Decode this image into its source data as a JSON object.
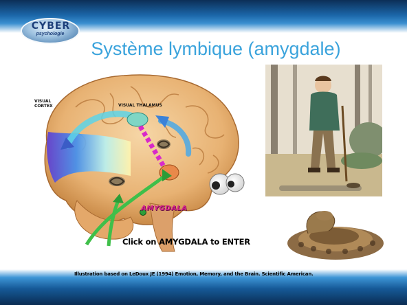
{
  "slide": {
    "logo": {
      "line1": "CYBER",
      "line2": "psychologie"
    },
    "title": "Système lymbique (amygdale)"
  },
  "diagram": {
    "label_visual_cortex_1": "VISUAL",
    "label_visual_cortex_2": "CORTEX",
    "label_visual_thalamus": "VISUAL THALAMUS",
    "label_amygdala": "AMYGDALA",
    "instruction": "Click on AMYGDALA to ENTER",
    "credit": "Illustration based on LeDoux JE (1994) Emotion, Memory, and the Brain. Scientific American."
  },
  "colors": {
    "title": "#3aa3dc",
    "amygdala_label": "#d8238f",
    "frame_blue": "#1b66a8"
  },
  "icons": {
    "logo": "cyberpsychologie-logo",
    "amygdala_button": "green-dot-icon"
  }
}
